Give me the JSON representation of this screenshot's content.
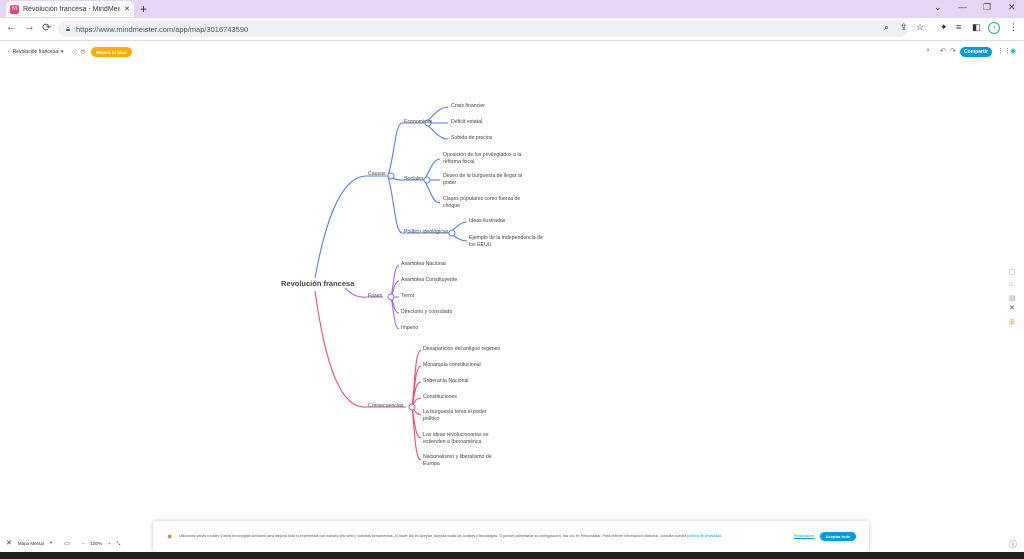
{
  "browser": {
    "tab_title": "Revolución francesa - MindMeist",
    "tab_icon": "M",
    "new_tab": "+",
    "url": "https://www.mindmeister.com/app/map/3016743590"
  },
  "app": {
    "map_name": "Revolución francesa",
    "upgrade_label": "Mejora tu plan",
    "share_label": "Compartir"
  },
  "mindmap": {
    "root": "Revolución francesa",
    "branches": {
      "causas": "Causas",
      "economicas": "Economicas",
      "crisis": "Crisis financier",
      "deficit": "Déficit estatal",
      "precios": "Subida de precios",
      "sociales": "Sociales",
      "oposicion_1": "Oposición de los privilegiados a la",
      "oposicion_2": "reforma fiscal",
      "deseo_1": "Deseo de la burguesía de llegar al",
      "deseo_2": "poder",
      "clases_1": "Clases populares como fuerza de",
      "clases_2": "choque",
      "politico": "Político ideológicas",
      "ideas": "Ideas ilustradas",
      "ejemplo_1": "Ejemplo de la independencia de",
      "ejemplo_2": "los EEUU",
      "fases": "Fases",
      "asamblea_nac": "Asamblea Nacional",
      "asamblea_const": "Asamblea Constituyente",
      "terror": "Terror",
      "directorio": "Directorio y consulado",
      "imperio": "Imperio",
      "consecuencias": "Consecuencias",
      "desaparicion": "Desaparicion del antiguo regimen",
      "monarquia": "Monarquía constitucional",
      "soberania": "Soberanía Nacional",
      "constituciones": "Constituciones",
      "burguesia_1": "La burguesía toma el poder",
      "burguesia_2": "político",
      "ideas_rev_1": "Las ideas revolucionarias se",
      "ideas_rev_2": "extienden a Iberoamérica",
      "nacionalismo_1": "Nacionalismo y liberalismo de",
      "nacionalismo_2": "Europa"
    },
    "colors": {
      "causas": "#5b7fe0",
      "fases": "#a06bd8",
      "consecuencias": "#e5507e"
    }
  },
  "bottom": {
    "view_label": "Mapa Mental",
    "zoom": "100%"
  },
  "cookie": {
    "text": "Utilizamos varias cookies y otras tecnologías similares para mejorar toda tu experiencia con nuestro sitio web y nuestras herramientas. Al hacer clic en Aceptar, aceptas todas las cookies y tecnologías. O puedes administrar su configuración, haz clic en Personalizar. Para obtener información adicional, consulta nuestra",
    "link": "política de privacidad.",
    "config": "Personalizar",
    "accept": "Aceptar todo"
  }
}
